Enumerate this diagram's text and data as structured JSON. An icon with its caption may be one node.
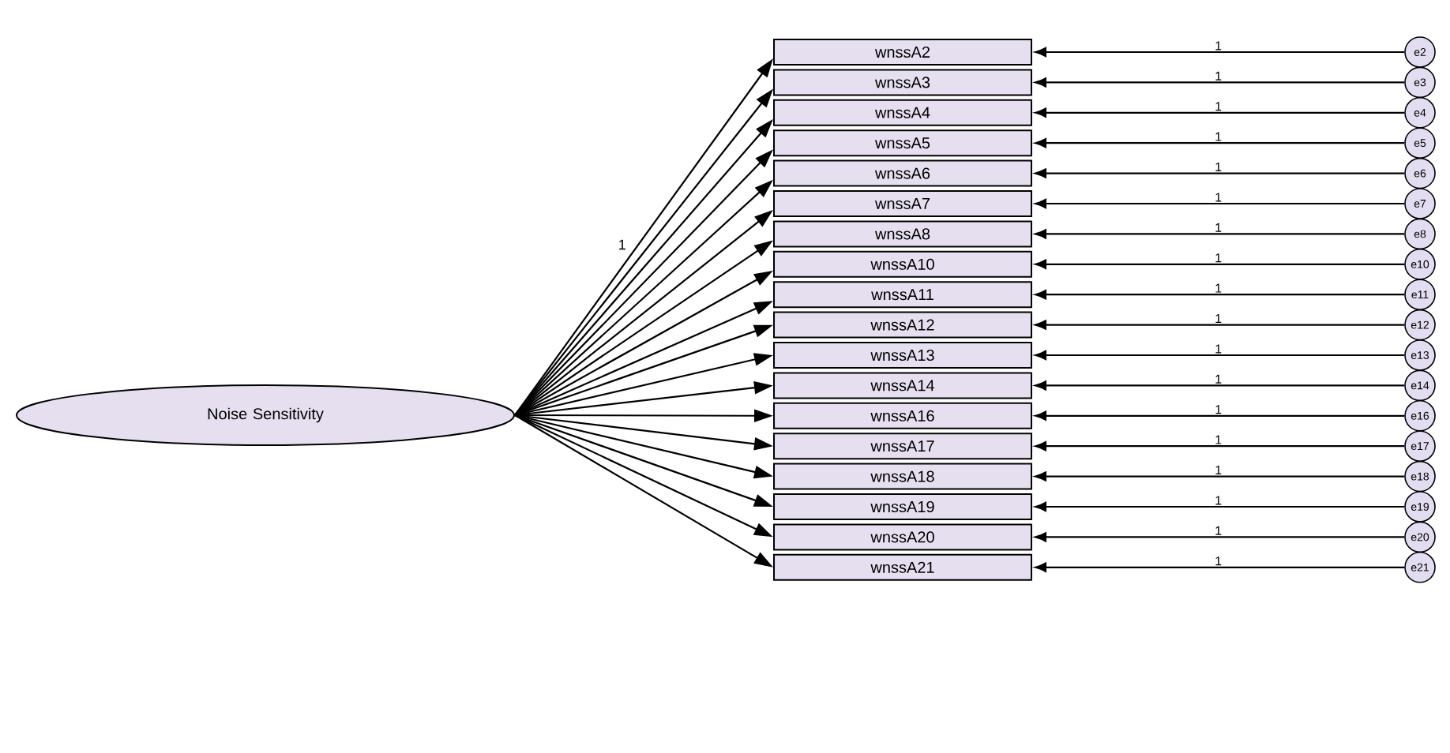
{
  "diagram": {
    "nodes": [
      {
        "text": [
          "Noise Sensitivity"
        ]
      },
      {
        "text": [
          "wnssA2"
        ]
      },
      {
        "text": [
          "wnssA3"
        ]
      },
      {
        "text": [
          "wnssA4"
        ]
      },
      {
        "text": [
          "wnssA5"
        ]
      },
      {
        "text": [
          "wnssA6"
        ]
      },
      {
        "text": [
          "wnssA7"
        ]
      },
      {
        "text": [
          "wnssA8"
        ]
      },
      {
        "text": [
          "wnssA10"
        ]
      },
      {
        "text": [
          "wnssA11"
        ]
      },
      {
        "text": [
          "wnssA12"
        ]
      },
      {
        "text": [
          "wnssA13"
        ]
      },
      {
        "text": [
          "wnssA14"
        ]
      },
      {
        "text": [
          "wnssA16"
        ]
      },
      {
        "text": [
          "wnssA17"
        ]
      },
      {
        "text": [
          "wnssA18"
        ]
      },
      {
        "text": [
          "wnssA19"
        ]
      },
      {
        "text": [
          "wnssA20"
        ]
      },
      {
        "text": [
          "wnssA21"
        ]
      },
      {
        "text": [
          "e2"
        ]
      },
      {
        "text": [
          "e3"
        ]
      },
      {
        "text": [
          "e4"
        ]
      },
      {
        "text": [
          "e5"
        ]
      },
      {
        "text": [
          "e6"
        ]
      },
      {
        "text": [
          "e7"
        ]
      },
      {
        "text": [
          "e8"
        ]
      },
      {
        "text": [
          "e10"
        ]
      },
      {
        "text": [
          "e11"
        ]
      },
      {
        "text": [
          "e12"
        ]
      },
      {
        "text": [
          "e13"
        ]
      },
      {
        "text": [
          "e14"
        ]
      },
      {
        "text": [
          "e16"
        ]
      },
      {
        "text": [
          "e17"
        ]
      },
      {
        "text": [
          "e18"
        ]
      },
      {
        "text": [
          "e19"
        ]
      },
      {
        "text": [
          "e20"
        ]
      },
      {
        "text": [
          "e21"
        ]
      }
    ],
    "edges": [
      {
        "from": 0,
        "to": 1,
        "arrow": "to",
        "label": "1"
      },
      {
        "from": 0,
        "to": 2,
        "arrow": "to"
      },
      {
        "from": 0,
        "to": 3,
        "arrow": "to"
      },
      {
        "from": 0,
        "to": 4,
        "arrow": "to"
      },
      {
        "from": 0,
        "to": 5,
        "arrow": "to"
      },
      {
        "from": 0,
        "to": 6,
        "arrow": "to"
      },
      {
        "from": 0,
        "to": 7,
        "arrow": "to"
      },
      {
        "from": 0,
        "to": 8,
        "arrow": "to"
      },
      {
        "from": 0,
        "to": 9,
        "arrow": "to"
      },
      {
        "from": 0,
        "to": 10,
        "arrow": "to"
      },
      {
        "from": 0,
        "to": 11,
        "arrow": "to"
      },
      {
        "from": 0,
        "to": 12,
        "arrow": "to"
      },
      {
        "from": 0,
        "to": 13,
        "arrow": "to"
      },
      {
        "from": 0,
        "to": 14,
        "arrow": "to"
      },
      {
        "from": 0,
        "to": 15,
        "arrow": "to"
      },
      {
        "from": 0,
        "to": 16,
        "arrow": "to"
      },
      {
        "from": 0,
        "to": 17,
        "arrow": "to"
      },
      {
        "from": 0,
        "to": 18,
        "arrow": "to"
      },
      {
        "from": 19,
        "to": 1,
        "arrow": "to",
        "label": "1"
      },
      {
        "from": 20,
        "to": 2,
        "arrow": "to",
        "label": "1"
      },
      {
        "from": 21,
        "to": 3,
        "arrow": "to",
        "label": "1"
      },
      {
        "from": 22,
        "to": 4,
        "arrow": "to",
        "label": "1"
      },
      {
        "from": 23,
        "to": 5,
        "arrow": "to",
        "label": "1"
      },
      {
        "from": 24,
        "to": 6,
        "arrow": "to",
        "label": "1"
      },
      {
        "from": 25,
        "to": 7,
        "arrow": "to",
        "label": "1"
      },
      {
        "from": 26,
        "to": 8,
        "arrow": "to",
        "label": "1"
      },
      {
        "from": 27,
        "to": 9,
        "arrow": "to",
        "label": "1"
      },
      {
        "from": 28,
        "to": 10,
        "arrow": "to",
        "label": "1"
      },
      {
        "from": 29,
        "to": 11,
        "arrow": "to",
        "label": "1"
      },
      {
        "from": 30,
        "to": 12,
        "arrow": "to",
        "label": "1"
      },
      {
        "from": 31,
        "to": 13,
        "arrow": "to",
        "label": "1"
      },
      {
        "from": 32,
        "to": 14,
        "arrow": "to",
        "label": "1"
      },
      {
        "from": 33,
        "to": 15,
        "arrow": "to",
        "label": "1"
      },
      {
        "from": 34,
        "to": 16,
        "arrow": "to",
        "label": "1"
      },
      {
        "from": 35,
        "to": 17,
        "arrow": "to",
        "label": "1"
      },
      {
        "from": 36,
        "to": 18,
        "arrow": "to",
        "label": "1"
      }
    ]
  }
}
